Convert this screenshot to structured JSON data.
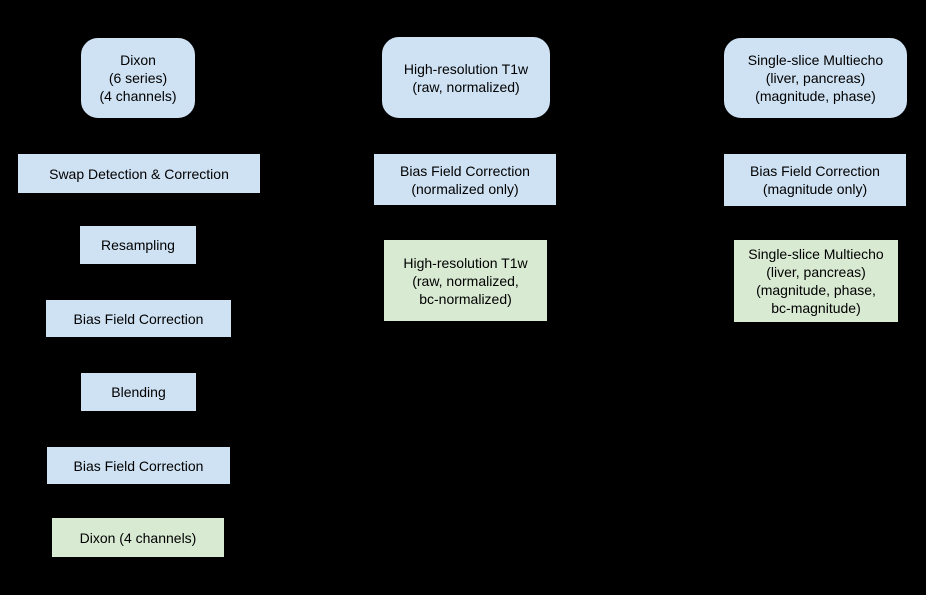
{
  "colors": {
    "background": "#000000",
    "node_blue": "#cfe2f3",
    "node_green": "#d9ead3",
    "text": "#000000",
    "border": "#000000"
  },
  "pipelines": [
    {
      "nodes": [
        {
          "kind": "input",
          "lines": [
            "Dixon",
            "(6 series)",
            "(4 channels)"
          ]
        },
        {
          "kind": "process",
          "lines": [
            "Swap Detection & Correction"
          ]
        },
        {
          "kind": "process",
          "lines": [
            "Resampling"
          ]
        },
        {
          "kind": "process",
          "lines": [
            "Bias Field Correction"
          ]
        },
        {
          "kind": "process",
          "lines": [
            "Blending"
          ]
        },
        {
          "kind": "process",
          "lines": [
            "Bias Field Correction"
          ]
        },
        {
          "kind": "output",
          "lines": [
            "Dixon (4 channels)"
          ]
        }
      ]
    },
    {
      "nodes": [
        {
          "kind": "input",
          "lines": [
            "High-resolution T1w",
            "(raw, normalized)"
          ]
        },
        {
          "kind": "process",
          "lines": [
            "Bias Field Correction",
            "(normalized only)"
          ]
        },
        {
          "kind": "output",
          "lines": [
            "High-resolution T1w",
            "(raw, normalized,",
            "bc-normalized)"
          ]
        }
      ]
    },
    {
      "nodes": [
        {
          "kind": "input",
          "lines": [
            "Single-slice Multiecho",
            "(liver, pancreas)",
            "(magnitude, phase)"
          ]
        },
        {
          "kind": "process",
          "lines": [
            "Bias Field Correction",
            "(magnitude only)"
          ]
        },
        {
          "kind": "output",
          "lines": [
            "Single-slice Multiecho",
            "(liver, pancreas)",
            "(magnitude, phase,",
            "bc-magnitude)"
          ]
        }
      ]
    }
  ]
}
